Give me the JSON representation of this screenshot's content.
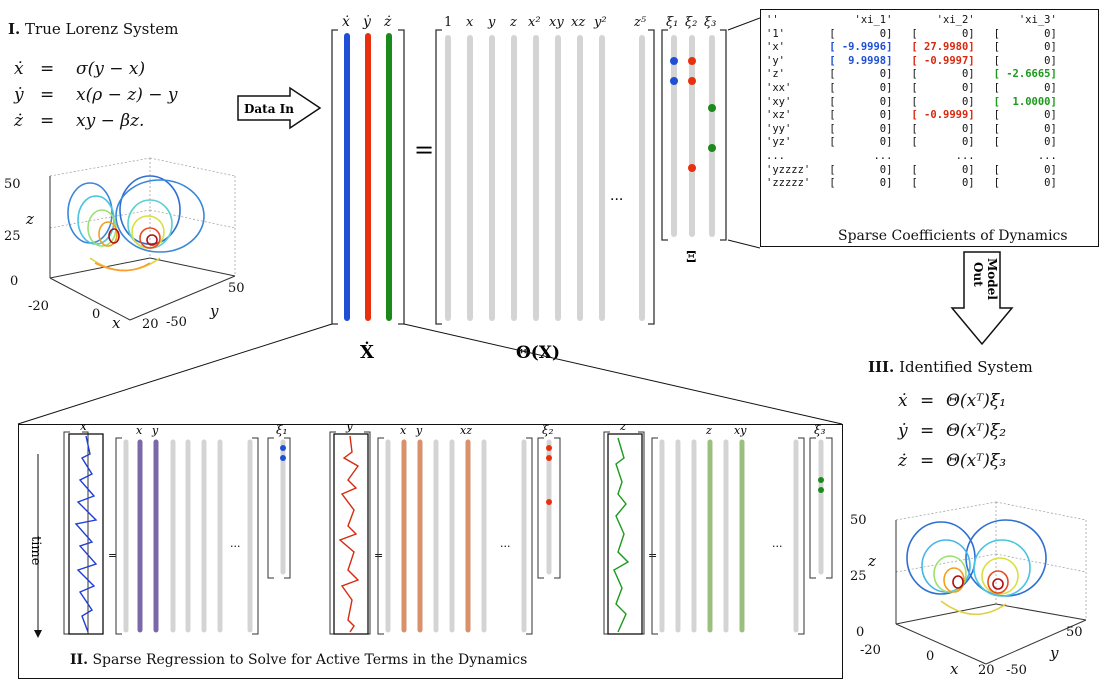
{
  "section1": {
    "numeral": "I.",
    "title": "True Lorenz System",
    "equations": [
      {
        "lhs": "ẋ",
        "eq": "=",
        "rhs": "σ(y − x)"
      },
      {
        "lhs": "ẏ",
        "eq": "=",
        "rhs": "x(ρ − z) − y"
      },
      {
        "lhs": "ż",
        "eq": "=",
        "rhs": "xy − βz."
      }
    ],
    "plot": {
      "z_label": "z",
      "x_label": "x",
      "y_label": "y",
      "z_ticks": [
        "50",
        "25",
        "0"
      ],
      "x_ticks": [
        "-20",
        "0",
        "20"
      ],
      "y_ticks": [
        "50",
        "-50"
      ]
    }
  },
  "arrow_in": "Data In",
  "arrow_out": [
    "Model",
    "Out"
  ],
  "matrix": {
    "xdot_headers": [
      "ẋ",
      "ẏ",
      "ż"
    ],
    "xdot_label": "Ẋ",
    "equals": "=",
    "theta_headers": [
      "1",
      "x",
      "y",
      "z",
      "x²",
      "xy",
      "xz",
      "y²"
    ],
    "theta_last": "z⁵",
    "theta_dots": "···",
    "theta_label": "Θ(X)",
    "xi_headers": [
      "ξ₁",
      "ξ₂",
      "ξ₃"
    ],
    "xi_label": "Ξ"
  },
  "coefficients": {
    "header": [
      "''",
      "'xi_1'",
      "'xi_2'",
      "'xi_3'"
    ],
    "rows": [
      [
        "'1'",
        "0",
        "0",
        "0"
      ],
      [
        "'x'",
        "-9.9996",
        "27.9980",
        "0"
      ],
      [
        "'y'",
        "9.9998",
        "-0.9997",
        "0"
      ],
      [
        "'z'",
        "0",
        "0",
        "-2.6665"
      ],
      [
        "'xx'",
        "0",
        "0",
        "0"
      ],
      [
        "'xy'",
        "0",
        "0",
        "1.0000"
      ],
      [
        "'xz'",
        "0",
        "-0.9999",
        "0"
      ],
      [
        "'yy'",
        "0",
        "0",
        "0"
      ],
      [
        "'yz'",
        "0",
        "0",
        "0"
      ],
      [
        "'yzzzz'",
        "0",
        "0",
        "0"
      ],
      [
        "'zzzzz'",
        "0",
        "0",
        "0"
      ]
    ],
    "ellipsis": "...",
    "caption": "Sparse Coefficients of Dynamics"
  },
  "section3": {
    "numeral": "III.",
    "title": "Identified System",
    "equations": [
      {
        "lhs": "ẋ",
        "eq": "=",
        "rhs": "Θ(xᵀ)ξ₁"
      },
      {
        "lhs": "ẏ",
        "eq": "=",
        "rhs": "Θ(xᵀ)ξ₂"
      },
      {
        "lhs": "ż",
        "eq": "=",
        "rhs": "Θ(xᵀ)ξ₃"
      }
    ],
    "plot": {
      "z_label": "z",
      "x_label": "x",
      "y_label": "y",
      "z_ticks": [
        "50",
        "25",
        "0"
      ],
      "x_ticks": [
        "-20",
        "0",
        "20"
      ],
      "y_ticks": [
        "50",
        "-50"
      ]
    }
  },
  "section2": {
    "numeral": "II.",
    "title": "Sparse Regression to Solve for Active Terms in the Dynamics",
    "time_label": "time",
    "panels": [
      {
        "lhs": "ẋ",
        "active_labels": [
          "x",
          "y"
        ],
        "xi": "ξ₁",
        "color": "#1f3fd6",
        "active_color": "#7b68a8"
      },
      {
        "lhs": "ẏ",
        "active_labels": [
          "x",
          "y",
          "xz"
        ],
        "xi": "ξ₂",
        "color": "#d62a10",
        "active_color": "#d9916a"
      },
      {
        "lhs": "ż",
        "active_labels": [
          "z",
          "xy"
        ],
        "xi": "ξ₃",
        "color": "#1b9a1b",
        "active_color": "#9bbf7c"
      }
    ],
    "dots": "···"
  },
  "colors": {
    "blue": "#1f4fd6",
    "red": "#e8300e",
    "green": "#1b8a1b",
    "gray": "#d4d4d4"
  }
}
